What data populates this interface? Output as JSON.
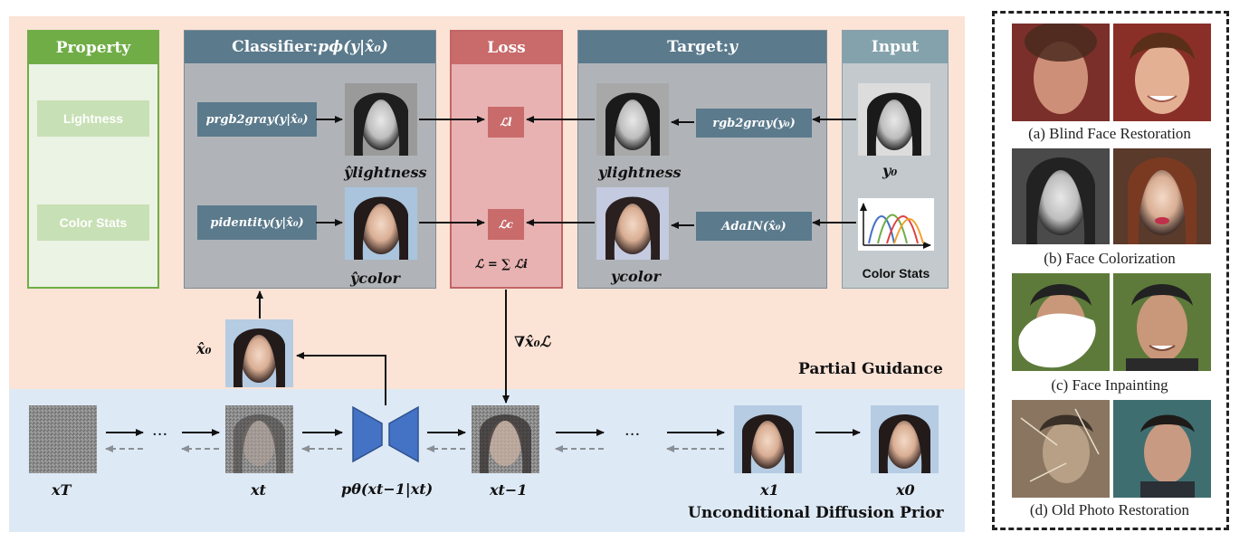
{
  "panels": {
    "property": {
      "title": "Property",
      "items": [
        "Lightness",
        "Color Stats"
      ]
    },
    "classifier": {
      "title": "Classifier: ",
      "title_math": "pϕ(y|x̂₀)",
      "op1": "prgb2gray(y|x̂₀)",
      "op2": "pidentity(y|x̂₀)",
      "out1": "ŷlightness",
      "out2": "ŷcolor"
    },
    "loss": {
      "title": "Loss",
      "l1": "ℒl",
      "l2": "ℒc",
      "formula": "ℒ = ∑ ℒi"
    },
    "target": {
      "title": "Target: ",
      "title_math": "y",
      "op1": "rgb2gray(y₀)",
      "op2": "AdaIN(x̂₀)",
      "out1": "ylightness",
      "out2": "ycolor"
    },
    "input": {
      "title": "Input",
      "y0": "y₀",
      "color_stats": "Color Stats"
    }
  },
  "guidance": {
    "label": "Partial Guidance",
    "x0hat": "x̂₀",
    "grad": "∇x̂₀ℒ"
  },
  "diffusion": {
    "label": "Unconditional Diffusion Prior",
    "nodes": [
      "xT",
      "xt",
      "xt−1",
      "x1",
      "x0"
    ],
    "model": "pθ(xt−1|xt)",
    "ellipsis": "···"
  },
  "captions": [
    "(a) Blind Face Restoration",
    "(b) Face Colorization",
    "(c) Face Inpainting",
    "(d) Old Photo Restoration"
  ],
  "colors": {
    "guidance_bg": "#fbe3d6",
    "diffusion_bg": "#dde9f5",
    "property": "#70ad47",
    "classifier": "#5b7a8c",
    "loss": "#c96b6b",
    "input": "#84a2ac",
    "unet": "#4472c4"
  }
}
